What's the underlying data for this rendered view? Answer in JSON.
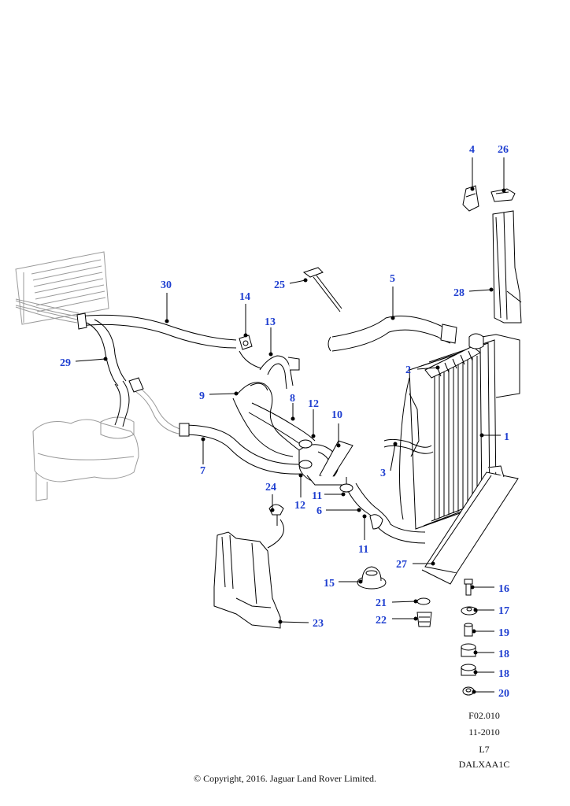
{
  "callouts": [
    "1",
    "2",
    "3",
    "4",
    "5",
    "6",
    "7",
    "8",
    "9",
    "10",
    "11",
    "11",
    "12",
    "12",
    "13",
    "14",
    "15",
    "16",
    "17",
    "18",
    "18",
    "19",
    "20",
    "21",
    "22",
    "23",
    "24",
    "25",
    "26",
    "27",
    "28",
    "29",
    "30"
  ],
  "reference": {
    "figure": "F02.010",
    "date": "11-2010",
    "level": "L7",
    "code": "DALXAA1C"
  },
  "copyright": "© Copyright, 2016. Jaguar Land Rover Limited.",
  "colors": {
    "callout": "#1f3fd0",
    "line": "#000000",
    "ghost": "#9a9a9a"
  }
}
